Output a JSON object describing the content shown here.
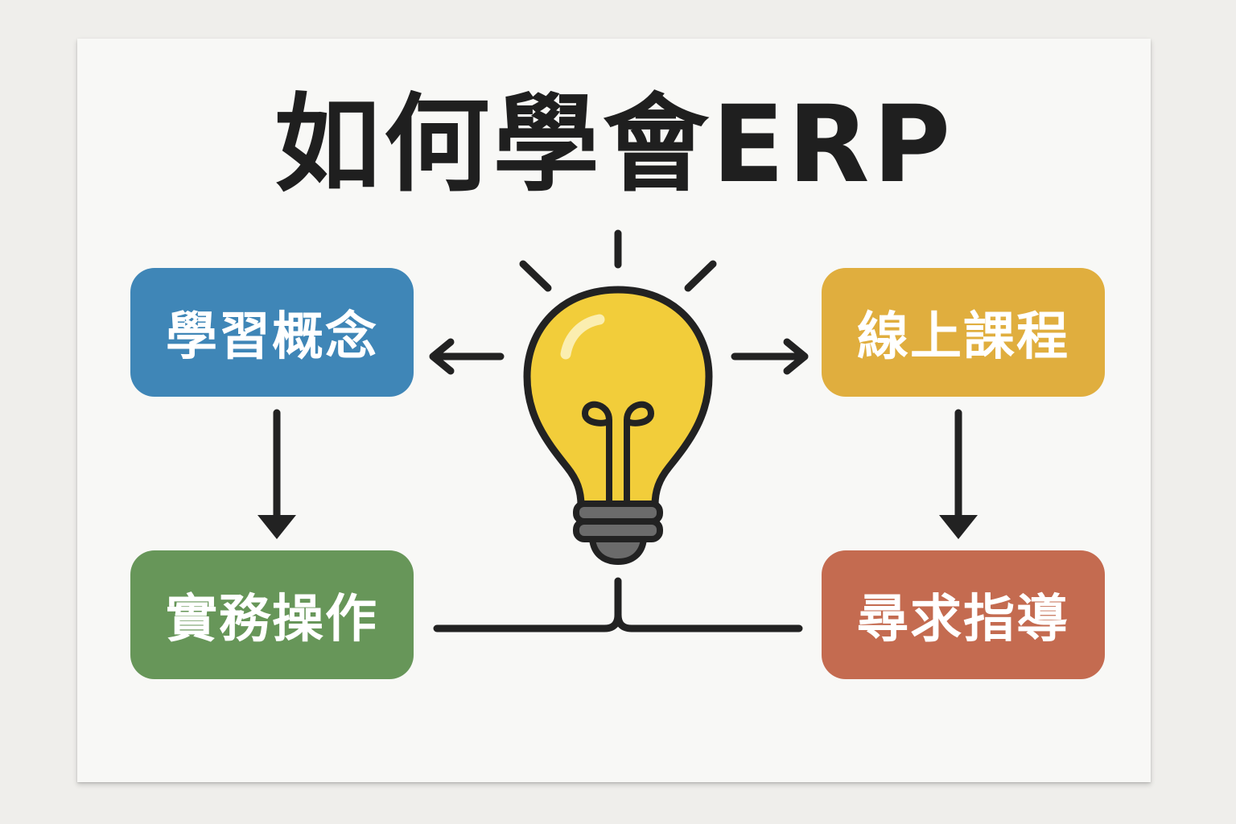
{
  "title": "如何學會ERP",
  "steps": {
    "learn_concepts": {
      "label": "學習概念",
      "color": "#3f86b7"
    },
    "online_courses": {
      "label": "線上課程",
      "color": "#e0ae3e"
    },
    "practical_operation": {
      "label": "實務操作",
      "color": "#679659"
    },
    "seek_guidance": {
      "label": "尋求指導",
      "color": "#c46b50"
    }
  },
  "icons": {
    "center": "lightbulb-icon"
  },
  "colors": {
    "ink": "#222222",
    "bulb": "#f2cd3a",
    "bulb_base": "#6b6b6b",
    "board": "#f8f8f6"
  }
}
